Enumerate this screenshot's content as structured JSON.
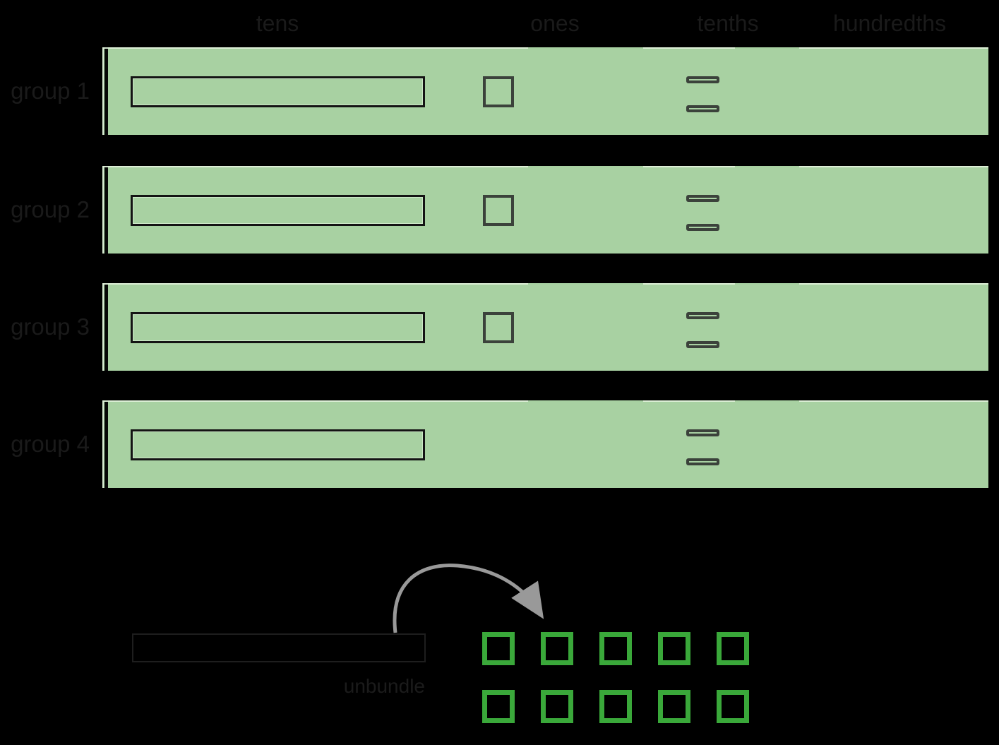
{
  "background": "#000000",
  "columns": [
    {
      "label": "tens"
    },
    {
      "label": "ones"
    },
    {
      "label": "tenths"
    },
    {
      "label": "hundredths"
    }
  ],
  "groups": [
    {
      "label": "group 1",
      "tens_rods": 1,
      "ones_squares": 1,
      "tenth_strips": 2,
      "hundredths": 0
    },
    {
      "label": "group 2",
      "tens_rods": 1,
      "ones_squares": 1,
      "tenth_strips": 2,
      "hundredths": 0
    },
    {
      "label": "group 3",
      "tens_rods": 1,
      "ones_squares": 1,
      "tenth_strips": 2,
      "hundredths": 0
    },
    {
      "label": "group 4",
      "tens_rods": 1,
      "ones_squares": 0,
      "tenth_strips": 2,
      "hundredths": 0
    }
  ],
  "unbundle": {
    "label": "unbundle",
    "rod_count": 1,
    "square_rows": 2,
    "squares_per_row": 5
  },
  "colors": {
    "band_green": "#a8d1a2",
    "piece_outline_dark": "#3b423b",
    "rod_outline": "#141414",
    "unbundled_square_green": "#3aa83a",
    "arrow_gray": "#999999",
    "label_text": "#1a1a1a"
  }
}
